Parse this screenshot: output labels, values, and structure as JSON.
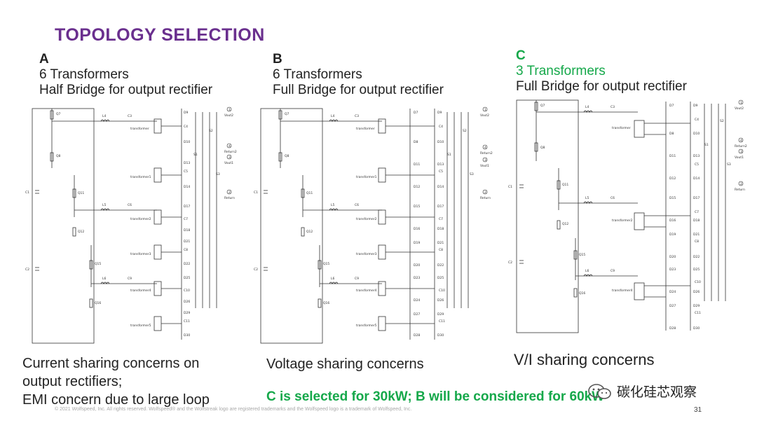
{
  "title": "TOPOLOGY SELECTION",
  "options": [
    {
      "letter": "A",
      "line1": "6 Transformers",
      "line2": "Half Bridge for output rectifier",
      "concern": [
        "Current sharing concerns on",
        "output rectifiers;",
        "EMI concern due to large loop"
      ]
    },
    {
      "letter": "B",
      "line1": "6 Transformers",
      "line2": "Full Bridge for output rectifier",
      "concern": [
        "Voltage sharing concerns"
      ]
    },
    {
      "letter": "C",
      "line1": "3 Transformers",
      "line2": "Full Bridge for output rectifier",
      "concern": [
        "V/I sharing concerns"
      ]
    }
  ],
  "decision": "C is selected for 30kW; B will be considered for 60kW",
  "footer": "© 2021 Wolfspeed, Inc. All rights reserved. Wolfspeed® and the Wolfstreak logo are registered trademarks and the Wolfspeed logo is a trademark of Wolfspeed, Inc.",
  "page_number": "31",
  "watermark": "碳化硅芯观察",
  "colors": {
    "title": "#6a2f8e",
    "highlight": "#15a84a",
    "text": "#222222"
  },
  "schematic_labels": {
    "A": {
      "switches": [
        "Q7",
        "Q8",
        "Q11",
        "Q12",
        "Q15",
        "Q16"
      ],
      "caps_in": [
        "C1",
        "C2"
      ],
      "inductors": [
        "L4",
        "L5",
        "L6"
      ],
      "caps_res": [
        "C3",
        "C6",
        "C9"
      ],
      "transformers": [
        "transformer",
        "transformer1",
        "transformer2",
        "transformer3",
        "transformer4",
        "transformer5"
      ],
      "diodes": [
        "D9",
        "D10",
        "D13",
        "D14",
        "D17",
        "D18",
        "D21",
        "D22",
        "D25",
        "D26",
        "D29",
        "D30"
      ],
      "caps_out": [
        "C4",
        "C5",
        "C7",
        "C8",
        "C10",
        "C11"
      ],
      "switch_out": [
        "S1",
        "S2",
        "S3"
      ],
      "terminals": [
        {
          "num": "1",
          "name": "Vout2"
        },
        {
          "num": "4",
          "name": "Return2"
        },
        {
          "num": "3",
          "name": "Vout1"
        },
        {
          "num": "2",
          "name": "Return"
        }
      ]
    },
    "B": {
      "switches": [
        "Q7",
        "Q8",
        "Q11",
        "Q12",
        "Q15",
        "Q16"
      ],
      "caps_in": [
        "C1",
        "C2"
      ],
      "inductors": [
        "L4",
        "L5",
        "L6"
      ],
      "caps_res": [
        "C3",
        "C6",
        "C9"
      ],
      "transformers": [
        "transformer",
        "transformer1",
        "transformer2",
        "transformer3",
        "transformer4",
        "transformer5"
      ],
      "diodes": [
        "D7",
        "D9",
        "D8",
        "D10",
        "D11",
        "D13",
        "D12",
        "D14",
        "D15",
        "D17",
        "D16",
        "D18",
        "D19",
        "D21",
        "D20",
        "D22",
        "D23",
        "D25",
        "D24",
        "D26",
        "D27",
        "D29",
        "D28",
        "D30"
      ],
      "caps_out": [
        "C4",
        "C5",
        "C7",
        "C8",
        "C10",
        "C11"
      ],
      "switch_out": [
        "S1",
        "S2",
        "S3"
      ],
      "terminals": [
        {
          "num": "1",
          "name": "Vout2"
        },
        {
          "num": "4",
          "name": "Return2"
        },
        {
          "num": "3",
          "name": "Vout1"
        },
        {
          "num": "2",
          "name": "Return"
        }
      ]
    },
    "C": {
      "switches": [
        "Q7",
        "Q8",
        "Q11",
        "Q12",
        "Q15",
        "Q16"
      ],
      "caps_in": [
        "C1",
        "C2"
      ],
      "inductors": [
        "L4",
        "L5",
        "L6"
      ],
      "caps_res": [
        "C3",
        "C6",
        "C9"
      ],
      "transformers": [
        "transformer",
        "transformer2",
        "transformer4"
      ],
      "diodes": [
        "D7",
        "D9",
        "D8",
        "D10",
        "D11",
        "D13",
        "D12",
        "D14",
        "D15",
        "D17",
        "D16",
        "D18",
        "D19",
        "D21",
        "D20",
        "D22",
        "D23",
        "D25",
        "D24",
        "D26",
        "D27",
        "D29",
        "D28",
        "D30"
      ],
      "caps_out": [
        "C4",
        "C5",
        "C7",
        "C8",
        "C10",
        "C11"
      ],
      "switch_out": [
        "S1",
        "S2",
        "S3"
      ],
      "terminals": [
        {
          "num": "1",
          "name": "Vout2"
        },
        {
          "num": "4",
          "name": "Return2"
        },
        {
          "num": "3",
          "name": "Vout1"
        },
        {
          "num": "2",
          "name": "Return"
        }
      ]
    }
  }
}
